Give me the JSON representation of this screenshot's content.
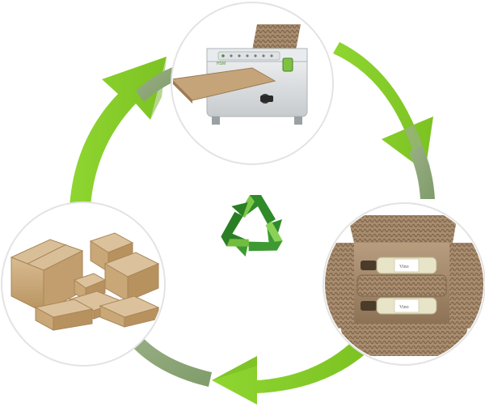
{
  "diagram": {
    "stages": [
      {
        "name": "paper-shredder",
        "icon": "cardboard-perforator-machine-icon"
      },
      {
        "name": "packed-box",
        "icon": "box-with-wine-bottles-icon"
      },
      {
        "name": "cardboard-boxes",
        "icon": "stack-of-cardboard-boxes-icon"
      }
    ],
    "center_icon": "recycle-symbol-icon",
    "machine_brand": "HSM",
    "bottle_label": "Vino",
    "colors": {
      "arrow_light": "#8fd631",
      "arrow_dark": "#96b07d",
      "recycle_dark": "#2f8a2a",
      "recycle_light": "#7ec94a",
      "circle_border": "#e3e3e3",
      "cardboard": "#c9a77c"
    }
  }
}
